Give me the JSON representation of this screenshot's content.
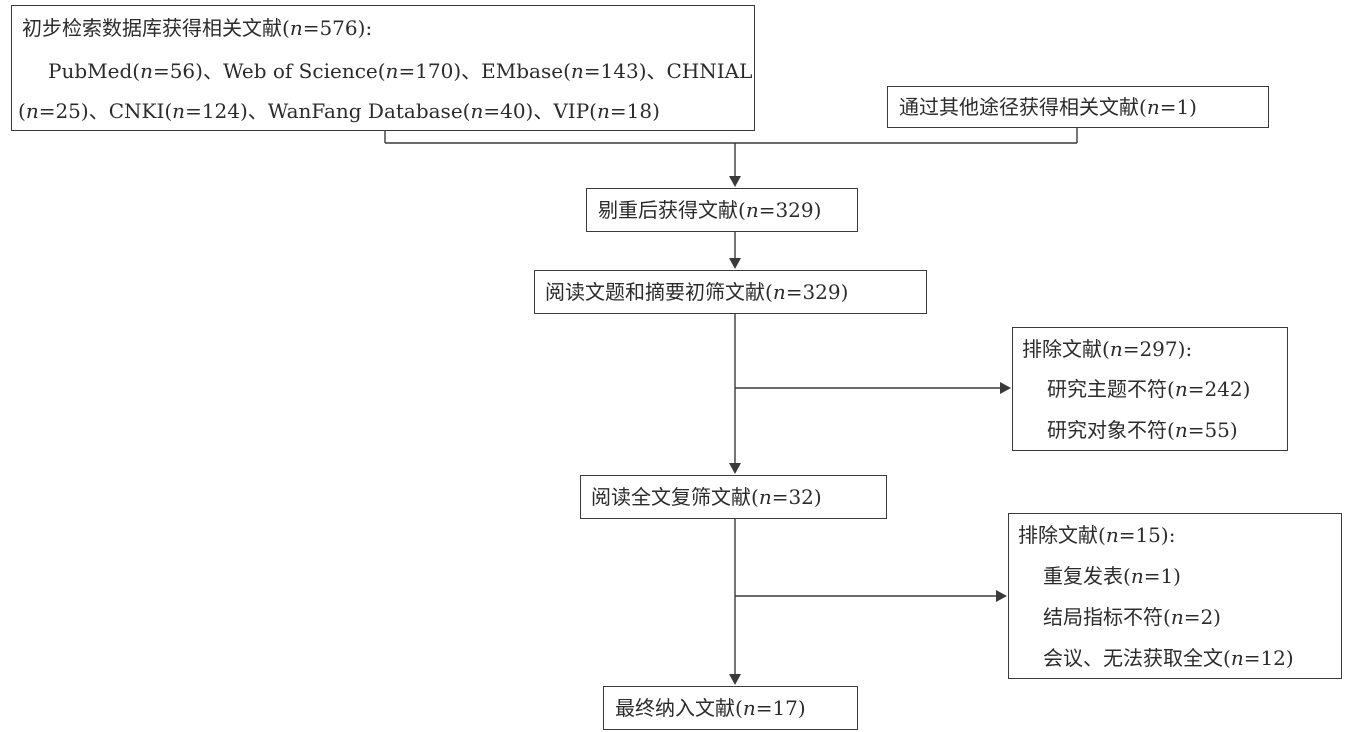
{
  "db_box": {
    "line1": "初步检索数据库获得相关文献(",
    "line1_n": "n",
    "line1_tail": "=576):",
    "line2_parts": [
      "PubMed(",
      "=56)、Web of Science(",
      "=170)、EMbase(",
      "=143)、CHNIAL"
    ],
    "line3_parts": [
      "(",
      "=25)、CNKI(",
      "=124)、WanFang Database(",
      "=40)、VIP(",
      "=18)"
    ],
    "n_symbol": "n"
  },
  "other_box": {
    "pre": "通过其他途径获得相关文献(",
    "post": "=1)"
  },
  "dedup_box": {
    "pre": "剔重后获得文献(",
    "post": "=329)"
  },
  "screen1_box": {
    "pre": "阅读文题和摘要初筛文献(",
    "post": "=329)"
  },
  "exclude1_box": {
    "title_pre": "排除文献(",
    "title_post": "=297):",
    "items": [
      {
        "pre": "研究主题不符(",
        "post": "=242)"
      },
      {
        "pre": "研究对象不符(",
        "post": "=55)"
      }
    ]
  },
  "screen2_box": {
    "pre": "阅读全文复筛文献(",
    "post": "=32)"
  },
  "exclude2_box": {
    "title_pre": "排除文献(",
    "title_post": "=15):",
    "items": [
      {
        "pre": "重复发表(",
        "post": "=1)"
      },
      {
        "pre": "结局指标不符(",
        "post": "=2)"
      },
      {
        "pre": "会议、无法获取全文(",
        "post": "=12)"
      }
    ]
  },
  "final_box": {
    "pre": "最终纳入文献(",
    "post": "=17)"
  }
}
